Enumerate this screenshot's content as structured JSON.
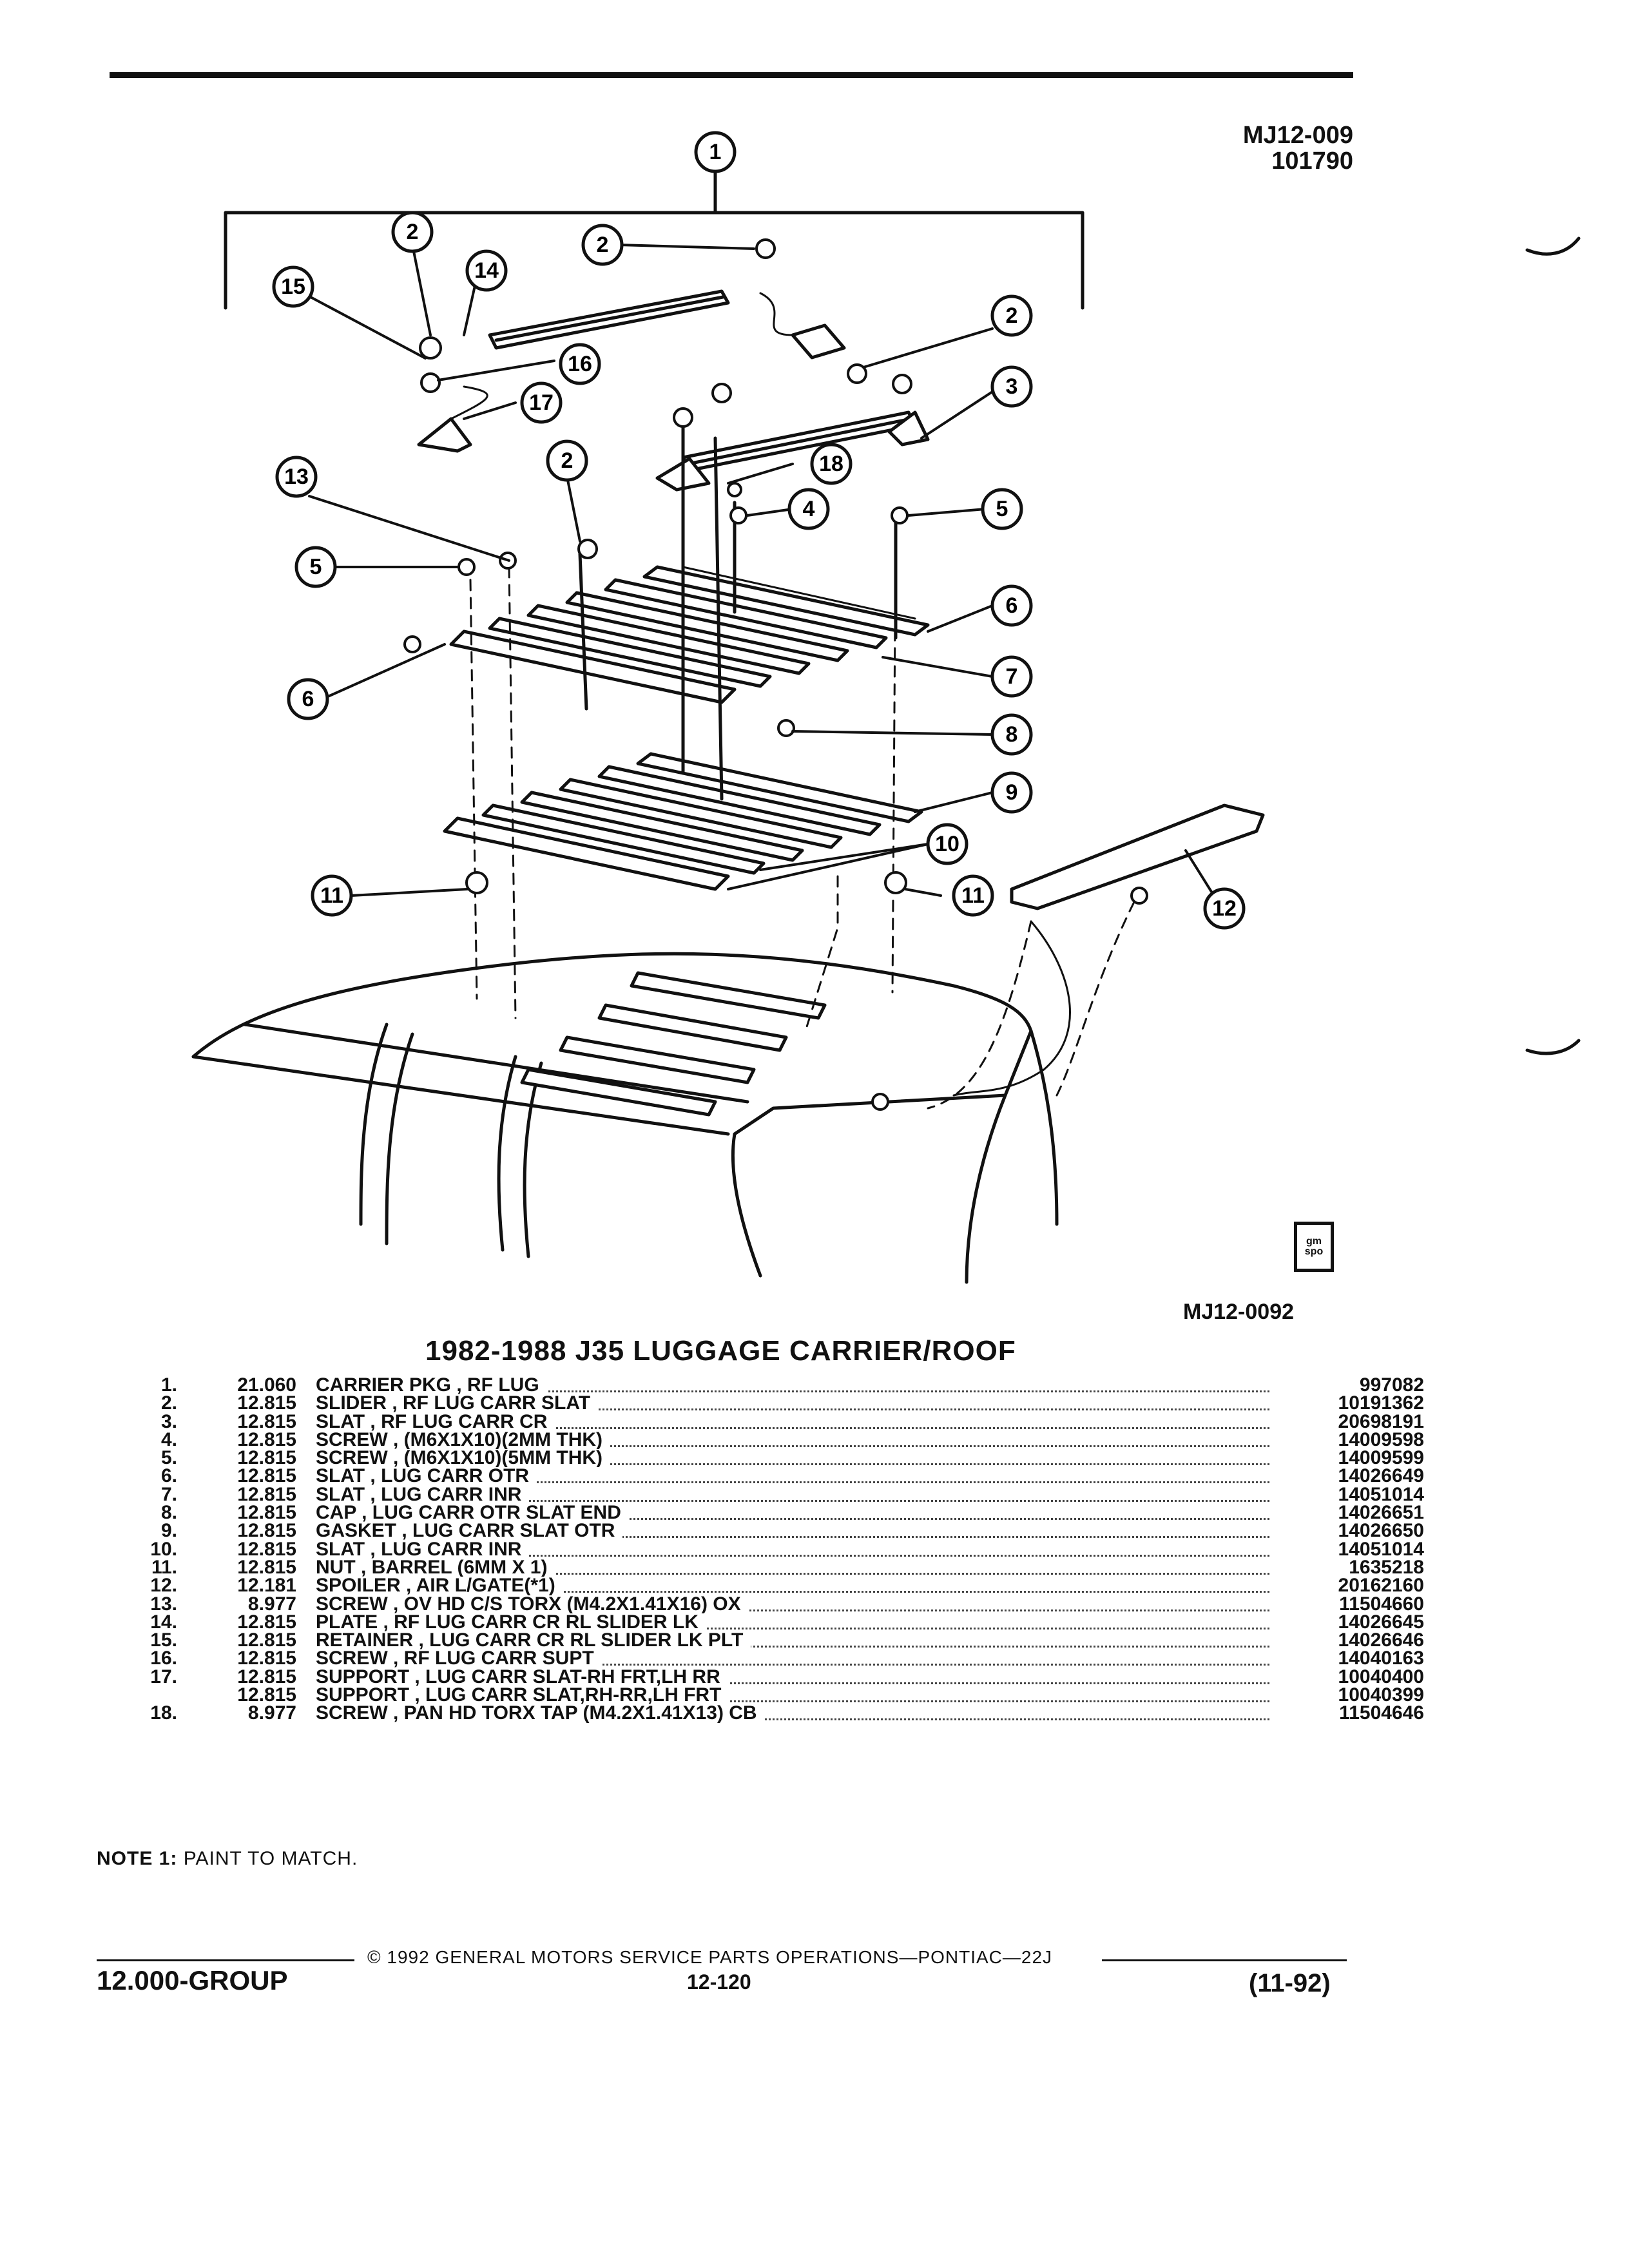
{
  "header": {
    "drawing_code": "MJ12-009",
    "drawing_date": "101790"
  },
  "figure": {
    "figure_code": "MJ12-0092",
    "logo_text": "gm spo",
    "callouts": [
      "1",
      "2",
      "2",
      "2",
      "2",
      "3",
      "4",
      "5",
      "5",
      "6",
      "6",
      "7",
      "8",
      "9",
      "10",
      "11",
      "11",
      "12",
      "13",
      "14",
      "15",
      "16",
      "17",
      "18"
    ]
  },
  "title": "1982-1988 J35 LUGGAGE CARRIER/ROOF",
  "parts": [
    {
      "num": "1.",
      "cat": "21.060",
      "desc": "CARRIER PKG , RF LUG",
      "pn": "997082"
    },
    {
      "num": "2.",
      "cat": "12.815",
      "desc": "SLIDER , RF LUG CARR SLAT",
      "pn": "10191362"
    },
    {
      "num": "3.",
      "cat": "12.815",
      "desc": "SLAT , RF LUG CARR CR",
      "pn": "20698191"
    },
    {
      "num": "4.",
      "cat": "12.815",
      "desc": "SCREW , (M6X1X10)(2MM THK)",
      "pn": "14009598"
    },
    {
      "num": "5.",
      "cat": "12.815",
      "desc": "SCREW , (M6X1X10)(5MM THK)",
      "pn": "14009599"
    },
    {
      "num": "6.",
      "cat": "12.815",
      "desc": "SLAT , LUG CARR OTR",
      "pn": "14026649"
    },
    {
      "num": "7.",
      "cat": "12.815",
      "desc": "SLAT , LUG CARR INR",
      "pn": "14051014"
    },
    {
      "num": "8.",
      "cat": "12.815",
      "desc": "CAP , LUG CARR OTR SLAT END",
      "pn": "14026651"
    },
    {
      "num": "9.",
      "cat": "12.815",
      "desc": "GASKET , LUG CARR SLAT OTR",
      "pn": "14026650"
    },
    {
      "num": "10.",
      "cat": "12.815",
      "desc": "SLAT , LUG CARR INR",
      "pn": "14051014"
    },
    {
      "num": "11.",
      "cat": "12.815",
      "desc": "NUT , BARREL (6MM X 1)",
      "pn": "1635218"
    },
    {
      "num": "12.",
      "cat": "12.181",
      "desc": "SPOILER , AIR L/GATE(*1)",
      "pn": "20162160"
    },
    {
      "num": "13.",
      "cat": "8.977",
      "desc": "SCREW , OV HD C/S TORX (M4.2X1.41X16) OX",
      "pn": "11504660"
    },
    {
      "num": "14.",
      "cat": "12.815",
      "desc": "PLATE , RF LUG CARR CR RL SLIDER LK",
      "pn": "14026645"
    },
    {
      "num": "15.",
      "cat": "12.815",
      "desc": "RETAINER , LUG CARR CR RL SLIDER LK PLT",
      "pn": "14026646"
    },
    {
      "num": "16.",
      "cat": "12.815",
      "desc": "SCREW , RF LUG CARR SUPT",
      "pn": "14040163"
    },
    {
      "num": "17.",
      "cat": "12.815",
      "desc": "SUPPORT , LUG CARR SLAT-RH FRT,LH RR",
      "pn": "10040400"
    },
    {
      "num": "",
      "cat": "12.815",
      "desc": "SUPPORT , LUG CARR SLAT,RH-RR,LH FRT",
      "pn": "10040399"
    },
    {
      "num": "18.",
      "cat": "8.977",
      "desc": "SCREW , PAN HD TORX TAP (M4.2X1.41X13) CB",
      "pn": "11504646"
    }
  ],
  "note": {
    "label": "NOTE 1:",
    "text": "PAINT TO MATCH."
  },
  "footer": {
    "copyright": "© 1992 GENERAL MOTORS SERVICE PARTS OPERATIONS—PONTIAC—22J",
    "group": "12.000-GROUP",
    "page": "12-120",
    "date_code": "(11-92)"
  }
}
